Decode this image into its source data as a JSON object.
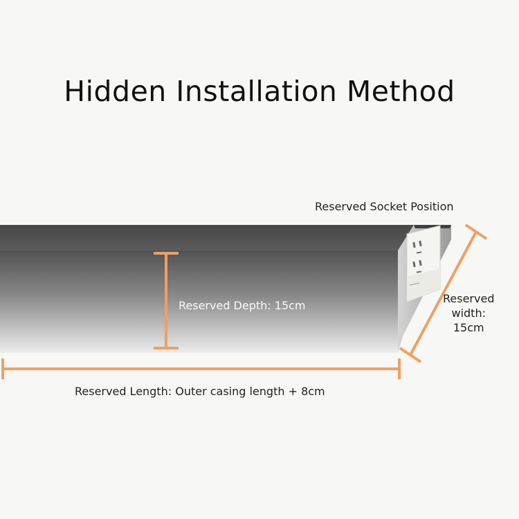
{
  "title": "Hidden Installation Method",
  "labels": {
    "socket": "Reserved Socket Position",
    "depth": "Reserved Depth: 15cm",
    "width": "Reserved\nwidth:\n15cm",
    "length": "Reserved Length: Outer casing length + 8cm"
  },
  "colors": {
    "accent": "#f0a060",
    "recess_dark": "#4a4a4a",
    "recess_light": "#e6e6e6",
    "socket_plate": "#f4f4f0"
  }
}
